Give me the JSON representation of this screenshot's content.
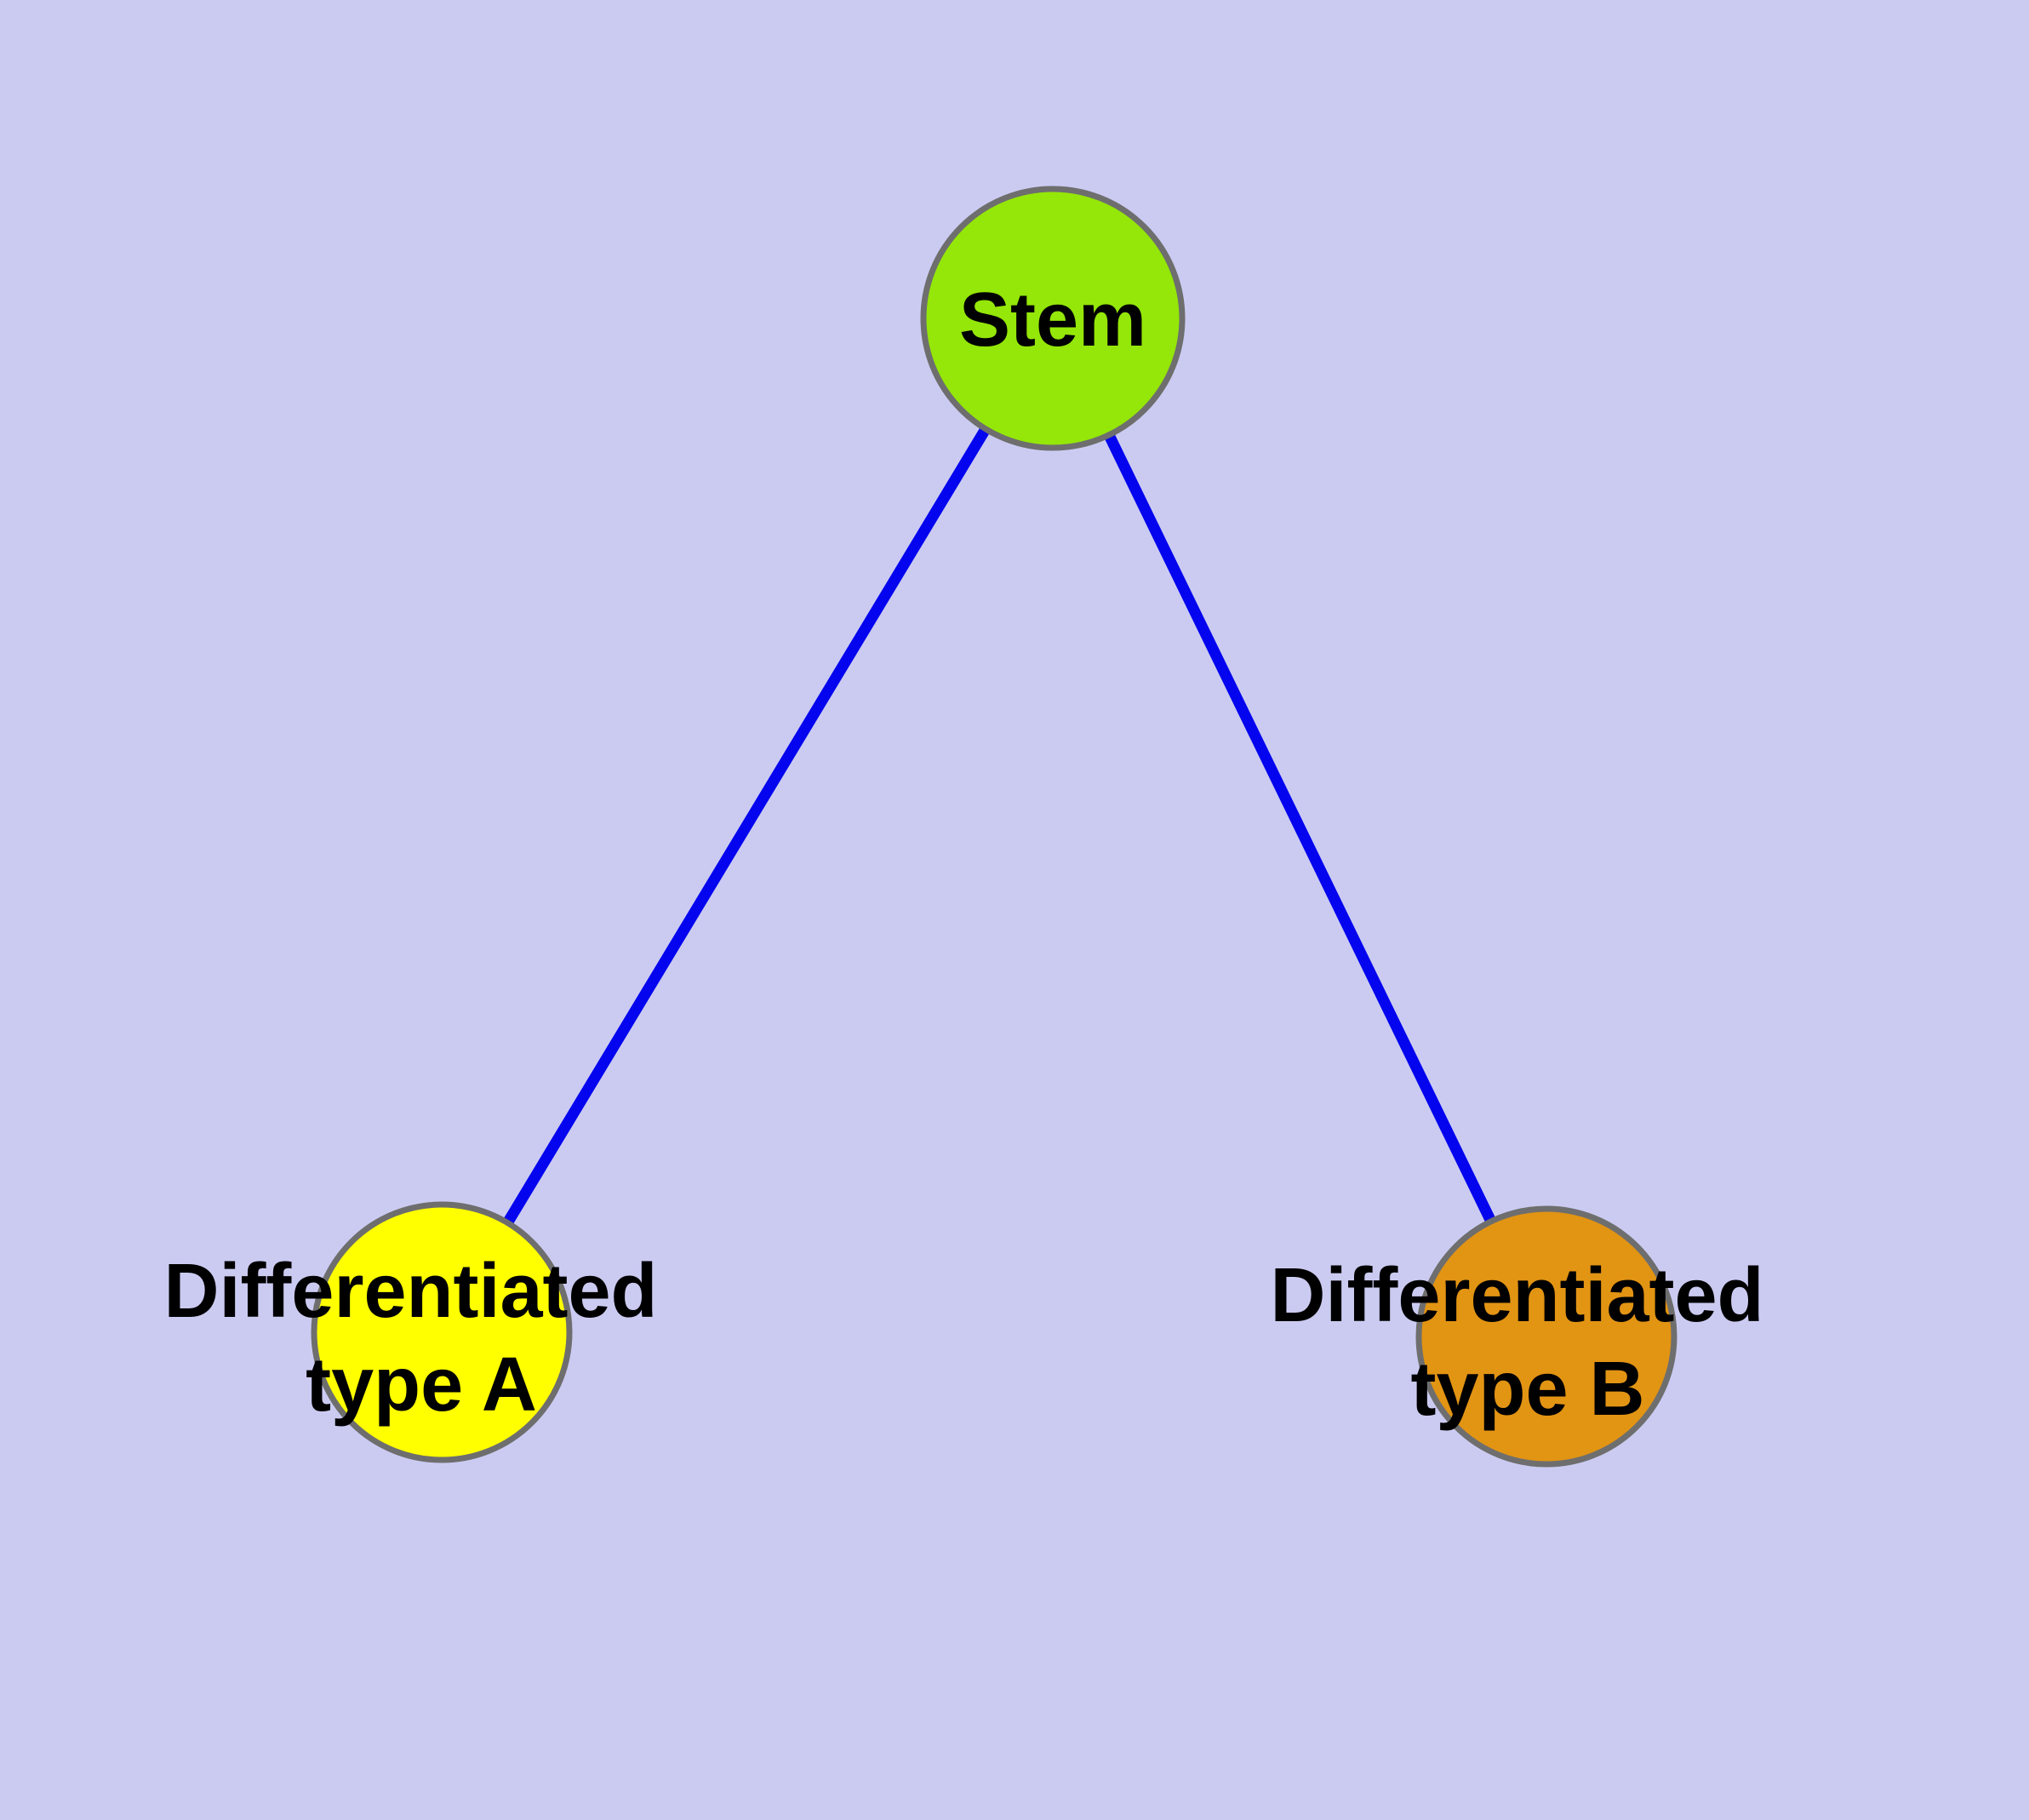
{
  "diagram": {
    "type": "node-link-graph",
    "background_color": "#CBCBF2",
    "edge_color": "#0404EE",
    "node_border_color": "#6E6E6E",
    "text_color": "#000000",
    "nodes": [
      {
        "id": "stem",
        "label": "Stem",
        "fill": "#94E708"
      },
      {
        "id": "type-a",
        "label": "Differentiated type A",
        "label_line1": "Differentiated",
        "label_line2": "type A",
        "fill": "#FFFF00"
      },
      {
        "id": "type-b",
        "label": "Differentiated type B",
        "label_line1": "Differentiated",
        "label_line2": "type B",
        "fill": "#E29413"
      }
    ],
    "edges": [
      {
        "from": "Stem",
        "to": "Differentiated type A"
      },
      {
        "from": "Stem",
        "to": "Differentiated type B"
      }
    ]
  }
}
